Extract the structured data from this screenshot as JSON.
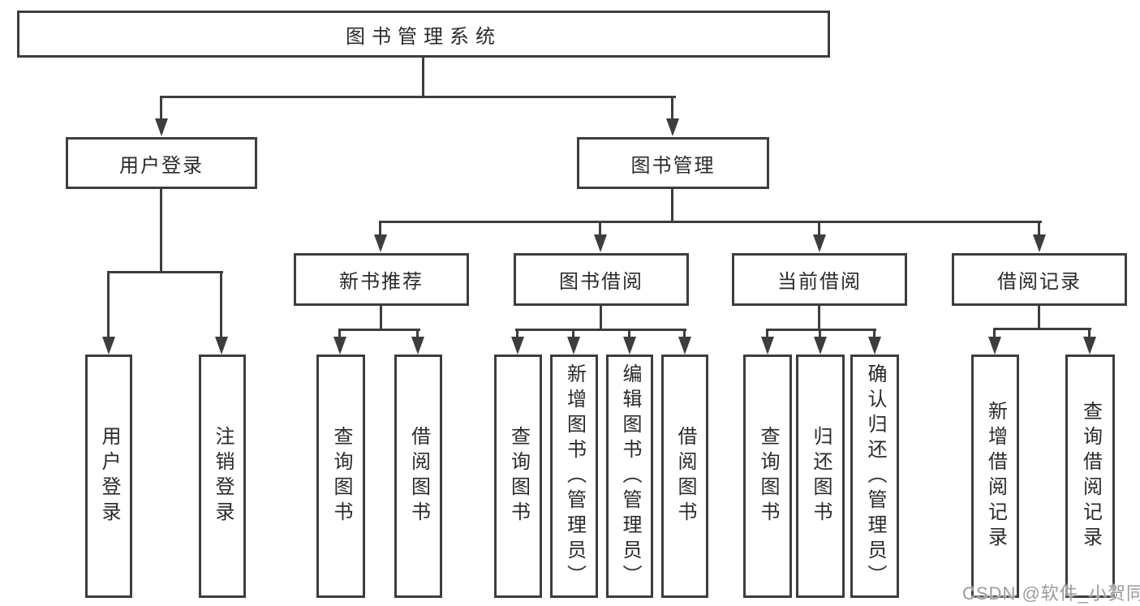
{
  "tree": {
    "label": "图书管理系统",
    "children": [
      {
        "label": "用户登录",
        "children": [
          {
            "label": "用户登录"
          },
          {
            "label": "注销登录"
          }
        ]
      },
      {
        "label": "图书管理",
        "children": [
          {
            "label": "新书推荐",
            "children": [
              {
                "label": "查询图书"
              },
              {
                "label": "借阅图书"
              }
            ]
          },
          {
            "label": "图书借阅",
            "children": [
              {
                "label": "查询图书"
              },
              {
                "label": "新增图书（管理员）"
              },
              {
                "label": "编辑图书（管理员）"
              },
              {
                "label": "借阅图书"
              }
            ]
          },
          {
            "label": "当前借阅",
            "children": [
              {
                "label": "查询图书"
              },
              {
                "label": "归还图书"
              },
              {
                "label": "确认归还（管理员）"
              }
            ]
          },
          {
            "label": "借阅记录",
            "children": [
              {
                "label": "新增借阅记录"
              },
              {
                "label": "查询借阅记录"
              }
            ]
          }
        ]
      }
    ]
  },
  "watermark": {
    "text": "CSDN @软件_小贺同学"
  },
  "colors": {
    "line": "#3d3d3d",
    "text": "#2a2a2a",
    "watermark": "#9a9a9a",
    "background": "#ffffff"
  }
}
